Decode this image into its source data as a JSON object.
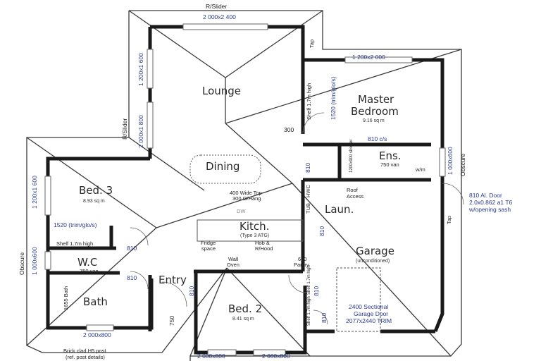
{
  "plan": {
    "rooms": [
      {
        "id": "lounge",
        "label": "Lounge"
      },
      {
        "id": "dining",
        "label": "Dining"
      },
      {
        "id": "master",
        "label_line1": "Master",
        "label_line2": "Bedroom",
        "area": "9.16 sq m"
      },
      {
        "id": "ens",
        "label": "Ens."
      },
      {
        "id": "laun",
        "label": "Laun."
      },
      {
        "id": "bed3",
        "label": "Bed. 3",
        "area": "8.93 sq m"
      },
      {
        "id": "kitch",
        "label": "Kitch.",
        "sub": "(Type 3 ATG)"
      },
      {
        "id": "garage",
        "label": "Garage",
        "sub": "(unconditioned)"
      },
      {
        "id": "wc",
        "label": "W.C"
      },
      {
        "id": "bath",
        "label": "Bath"
      },
      {
        "id": "entry",
        "label": "Entry"
      },
      {
        "id": "bed2",
        "label": "Bed. 2",
        "area": "8.41 sq m"
      }
    ],
    "window_labels": {
      "top_slider": "R/Slider",
      "left_slider": "R/Slider",
      "obscure_right": "Obscure",
      "obscure_left": "Obscure"
    },
    "dimensions": {
      "lounge_top": "2 000x2 400",
      "lounge_left_upper": "1 200x1 600",
      "lounge_left_lower": "2 000x1 800",
      "master_top": "1 200x2 000",
      "bed3_left": "1 200x1 600",
      "wc_left": "1 000x600",
      "ens_right": "1 000x600",
      "bath_bottom": "2 000x800",
      "bed2_bottom_left": "2 000x800",
      "bed2_bottom_right": "2 000x800",
      "robe_master": "1520 (trim/glo/s)",
      "robe_bed3": "1520 (trim/glo/s)",
      "master_door": "810 c/s",
      "door_810": "810",
      "door_300": "300",
      "door_750": "750",
      "shower": "1200x900 shower"
    },
    "notes": {
      "shelf_master": "Shelf 1.7m high",
      "shelf_bed3": "Shelf 1.7m high",
      "shelf_bed2a": "Shelf 1.7m high",
      "shelf_bed2b": "Shelf 1.7m high",
      "ens_van": "750 van",
      "wc_van": "750 van",
      "wm": "w/m",
      "roof_access_1": "Roof",
      "roof_access_2": "Access",
      "hwc": "HWC",
      "tub": "TUB",
      "bench_1": "400 Wide Top",
      "bench_2": "300 O/Hang",
      "dw": "DW",
      "fridge_1": "Fridge",
      "fridge_2": "space",
      "hood_1": "Hob &",
      "hood_2": "R/Hood",
      "wall_oven_1": "Wall",
      "wall_oven_2": "Oven",
      "pantry_1": "600",
      "pantry_2": "Pantry",
      "bath_label": "1655 Bath",
      "shower_corner": "900 shower",
      "tap": "Tap",
      "post_1": "Brick clad H5 post",
      "post_2": "(ref. post details)",
      "al_door_1": "810 Al. Door",
      "al_door_2": "2.0x0.862 a1 T6",
      "al_door_3": "w/opening sash",
      "garage_door_1": "2400 Sectional",
      "garage_door_2": "Garage Door",
      "garage_door_3": "2077x2440 TRIM"
    },
    "colors": {
      "wall": "#1a1a1a",
      "dimension_text": "#2b3a8c",
      "background": "#ffffff"
    }
  }
}
